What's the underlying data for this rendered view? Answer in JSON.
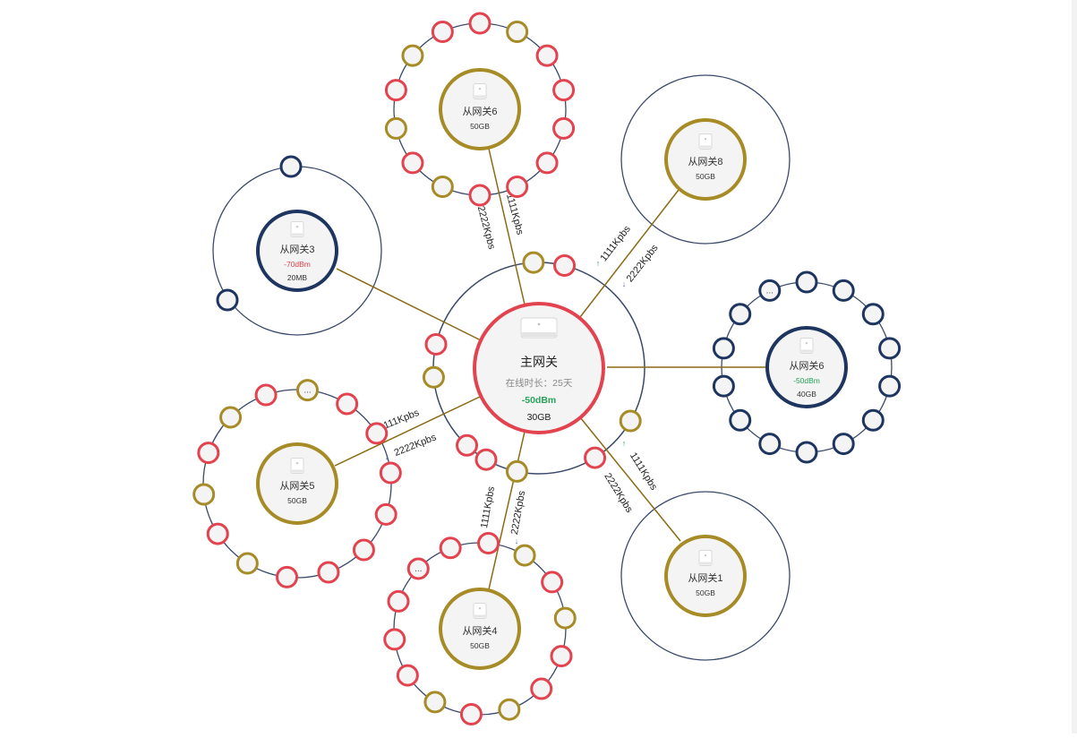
{
  "colors": {
    "red": "#e2434e",
    "gold": "#a68b26",
    "navy": "#1e3560",
    "link": "#8a6a14",
    "fill": "#f4f4f4",
    "green": "#27a35a"
  },
  "main_gateway": {
    "name": "主网关",
    "uptime": "在线时长：25天",
    "signal": "-50dBm",
    "storage": "30GB",
    "satellites": [
      "red",
      "gold",
      "red",
      "gold",
      "red",
      "gold",
      "red",
      "gold",
      "red"
    ]
  },
  "sub_gateways": [
    {
      "id": "g6top",
      "name": "从网关6",
      "storage": "50GB",
      "ring": "gold",
      "up": "1111Kpbs",
      "down": "2222Kpbs",
      "ringStyle": "satellites",
      "satellites": [
        "red",
        "gold",
        "red",
        "red",
        "red",
        "red",
        "red",
        "red",
        "gold",
        "red",
        "gold",
        "red",
        "gold",
        "red"
      ]
    },
    {
      "id": "g8",
      "name": "从网关8",
      "storage": "50GB",
      "ring": "gold",
      "up": "1111Kpbs",
      "down": "2222Kpbs",
      "ringStyle": "plain",
      "satellites": []
    },
    {
      "id": "g3",
      "name": "从网关3",
      "signal": "-70dBm",
      "signalColor": "red",
      "storage": "20MB",
      "ring": "navy",
      "ringStyle": "plain",
      "satellites": [
        "navy",
        "navy"
      ]
    },
    {
      "id": "g6right",
      "name": "从网关6",
      "signal": "-50dBm",
      "signalColor": "green",
      "storage": "40GB",
      "ring": "navy",
      "ringStyle": "satellites",
      "more": "...",
      "satellites": [
        "navy",
        "navy",
        "navy",
        "navy",
        "navy",
        "navy",
        "navy",
        "navy",
        "navy",
        "navy",
        "navy",
        "navy",
        "navy",
        "navy"
      ]
    },
    {
      "id": "g5",
      "name": "从网关5",
      "storage": "50GB",
      "ring": "gold",
      "up": "1111Kpbs",
      "down": "2222Kpbs",
      "ringStyle": "satellites",
      "more": "...",
      "satellites": [
        "red",
        "red",
        "red",
        "red",
        "red",
        "red",
        "red",
        "gold",
        "red",
        "gold",
        "red",
        "gold",
        "red",
        "gold"
      ]
    },
    {
      "id": "g4",
      "name": "从网关4",
      "storage": "50GB",
      "ring": "gold",
      "up": "1111Kpbs",
      "down": "2222Kpbs",
      "ringStyle": "satellites",
      "more": "...",
      "satellites": [
        "red",
        "red",
        "gold",
        "red",
        "gold",
        "red",
        "red",
        "gold",
        "red",
        "gold",
        "red",
        "red",
        "red",
        "red"
      ]
    },
    {
      "id": "g1",
      "name": "从网关1",
      "storage": "50GB",
      "ring": "gold",
      "up": "1111Kpbs",
      "down": "2222Kpbs",
      "ringStyle": "plain",
      "satellites": []
    }
  ]
}
